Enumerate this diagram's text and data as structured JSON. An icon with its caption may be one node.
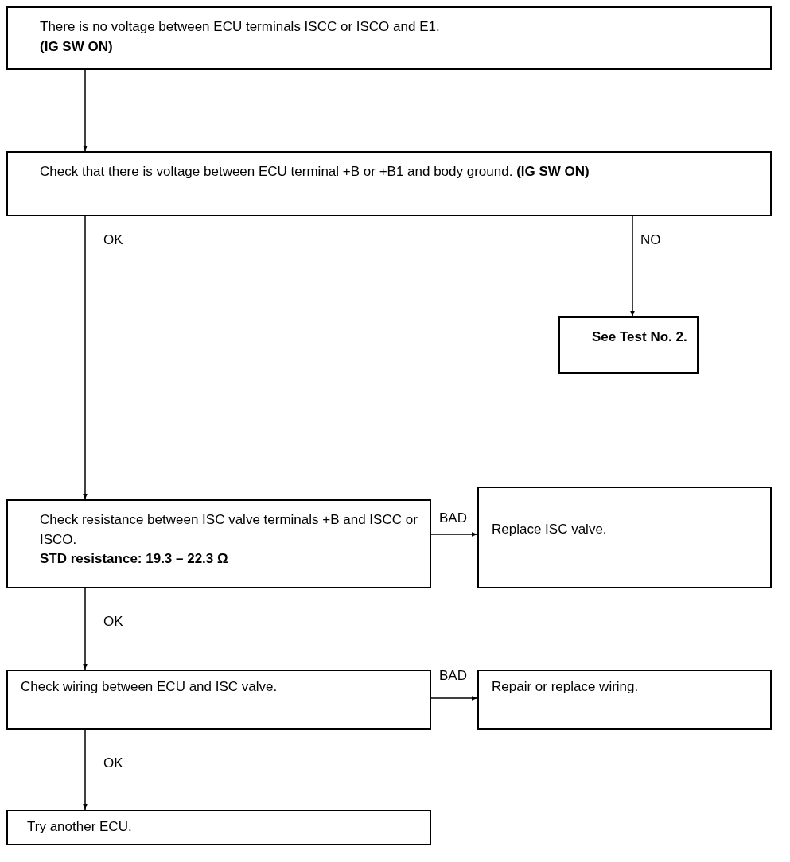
{
  "diagram": {
    "nodes": [
      {
        "text": [
          "There is no voltage between ECU terminals ISCC or ISCO and E1.",
          "(IG SW ON)"
        ]
      },
      {
        "text": [
          "Check that there is voltage between ECU terminal +B or +B1 and body ground. **(IG SW ON)**"
        ]
      },
      {
        "text": [
          "See Test No. 2."
        ]
      },
      {
        "text": [
          "Check resistance between ISC valve terminals +B and ISCC or ISCO.",
          "STD resistance:  19.3 – 22.3 Ω"
        ]
      },
      {
        "text": [
          "Replace ISC valve."
        ]
      },
      {
        "text": [
          "Check wiring between ECU and ISC valve."
        ]
      },
      {
        "text": [
          "Repair or replace wiring."
        ]
      },
      {
        "text": [
          "Try another ECU."
        ]
      }
    ],
    "edges": [
      {
        "from": 0,
        "to": 1,
        "arrow": "to"
      },
      {
        "from": 1,
        "to": 2,
        "arrow": "to",
        "label": "NO"
      },
      {
        "from": 1,
        "to": 3,
        "arrow": "to",
        "label": "OK"
      },
      {
        "from": 3,
        "to": 4,
        "arrow": "to",
        "label": "BAD"
      },
      {
        "from": 3,
        "to": 5,
        "arrow": "to",
        "label": "OK"
      },
      {
        "from": 5,
        "to": 6,
        "arrow": "to",
        "label": "BAD"
      },
      {
        "from": 5,
        "to": 7,
        "arrow": "to",
        "label": "OK"
      }
    ]
  }
}
